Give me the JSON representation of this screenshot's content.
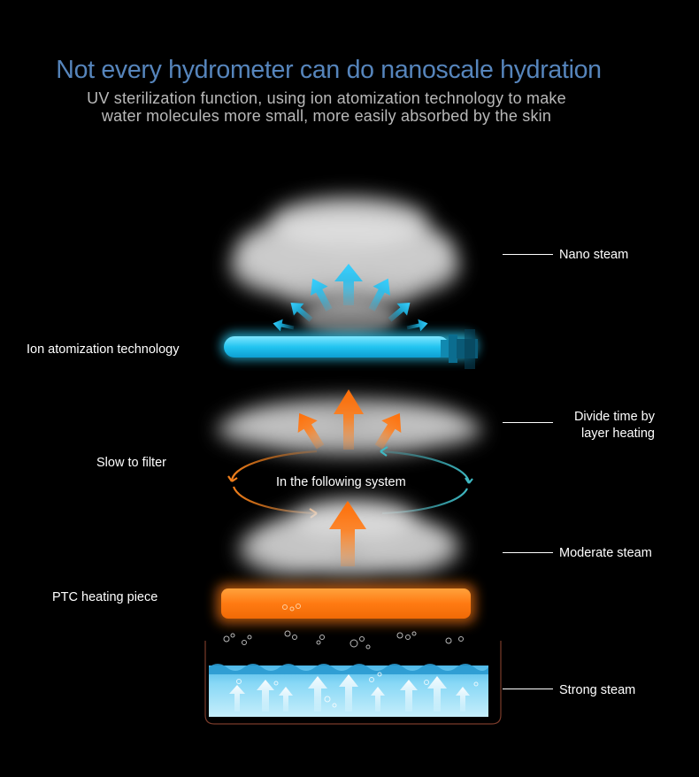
{
  "header": {
    "title": "Not every hydrometer can do nanoscale hydration",
    "subtitle_line1": "UV sterilization function, using ion atomization technology to make",
    "subtitle_line2": "water molecules more small, more easily absorbed by the skin"
  },
  "labels": {
    "nano_steam": "Nano steam",
    "ion_atomization": "Ion atomization technology",
    "divide_time_line1": "Divide time by",
    "divide_time_line2": "layer heating",
    "slow_to_filter": "Slow to filter",
    "following_system": "In the following system",
    "moderate_steam": "Moderate steam",
    "ptc_heating": "PTC heating piece",
    "strong_steam": "Strong steam"
  },
  "colors": {
    "title": "#5685bc",
    "ion_tube": "#29c6ee",
    "ptc_plate": "#ff7a14",
    "arrow_orange": "#f07f1c",
    "arrow_teal": "#3fb8c2",
    "water": "#7fd4f4"
  }
}
